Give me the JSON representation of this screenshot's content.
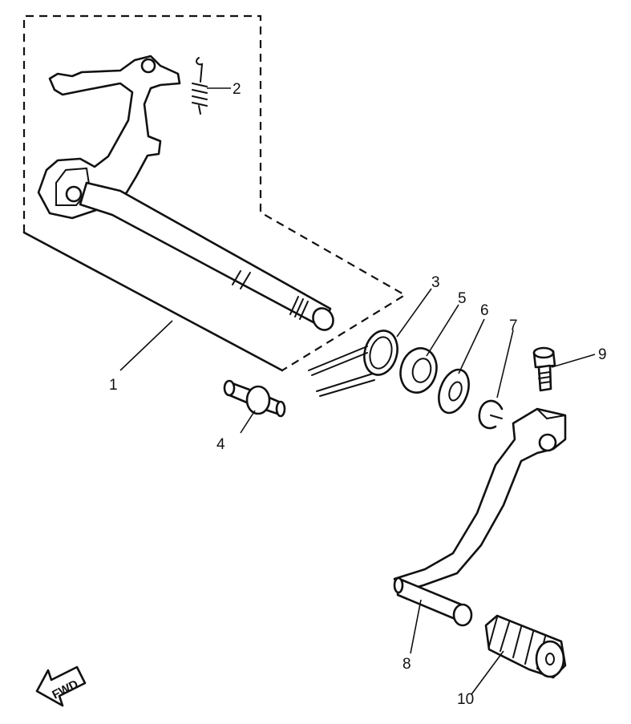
{
  "callouts": {
    "c1": "1",
    "c2": "2",
    "c3": "3",
    "c4": "4",
    "c5": "5",
    "c6": "6",
    "c7": "7",
    "c8": "8",
    "c9": "9",
    "c10": "10"
  },
  "fwd_label": "FWD"
}
